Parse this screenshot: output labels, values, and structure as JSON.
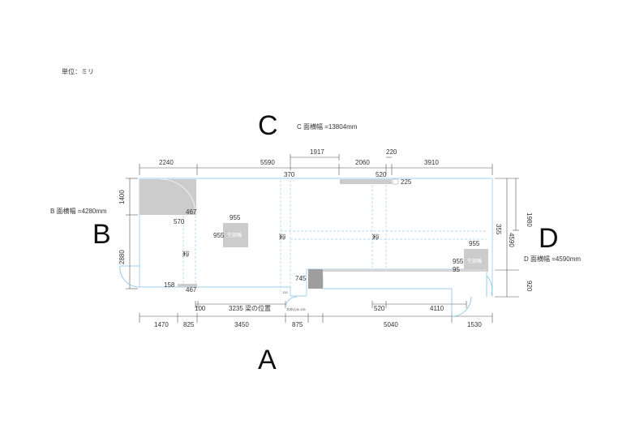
{
  "unit_label": "単位：ミリ",
  "faces": {
    "a": "A",
    "b": "B",
    "c": "C",
    "d": "D"
  },
  "face_widths": {
    "b": "B 面横幅 =4280mm",
    "c": "C 面横幅 =13804mm",
    "d": "D 面横幅 =4590mm"
  },
  "top_dims": [
    "2240",
    "5590",
    "1917",
    "2060",
    "220",
    "3910"
  ],
  "top_inner": {
    "d370": "370",
    "d520": "520",
    "d225": "225"
  },
  "left_dims": [
    "1400",
    "2880"
  ],
  "right_dims": {
    "r1980": "1980",
    "r355": "355",
    "r4590": "4590",
    "r920": "920"
  },
  "bottom_dims": [
    "1470",
    "825",
    "3450",
    "875",
    "5040",
    "1530"
  ],
  "bottom_inner": {
    "d100": "100",
    "d520": "520",
    "d4110": "4110"
  },
  "beam_position": "3235 梁の位置",
  "beam_label": "梁",
  "interior_dims": {
    "d467a": "467",
    "d570": "570",
    "d158": "158",
    "d467b": "467",
    "d955a": "955",
    "d955b": "955",
    "d745": "745",
    "d955c": "955",
    "d955d": "955",
    "d95": "95",
    "d130": "130"
  },
  "ac_label": "空調機",
  "small_note": "木枠込み 335",
  "colors": {
    "wall": "#9fd1ef",
    "dim_line": "#444444",
    "fill_grey": "#cccccc",
    "dark_grey": "#9e9e9e"
  }
}
